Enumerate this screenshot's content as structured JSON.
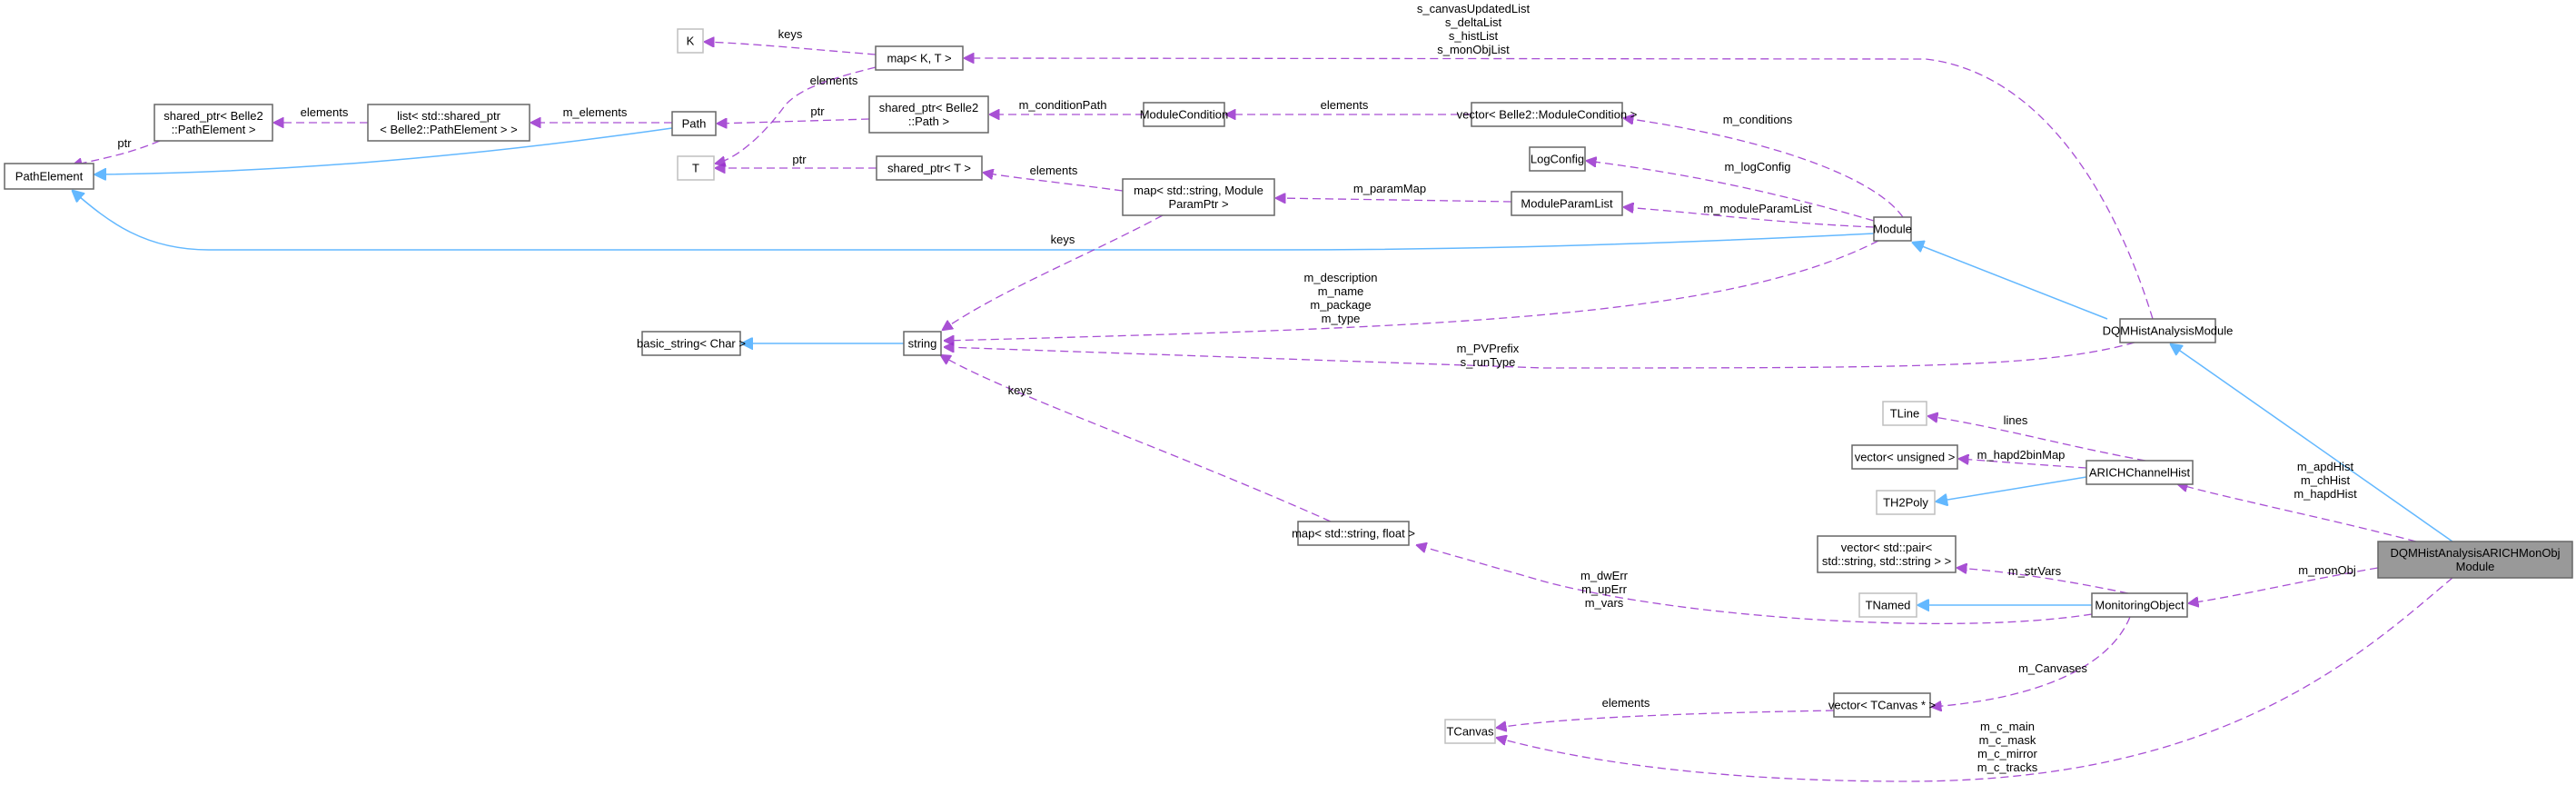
{
  "nodes": {
    "path_element": {
      "lines": [
        "PathElement"
      ]
    },
    "shared_ptr_path_element": {
      "lines": [
        "shared_ptr< Belle2",
        "::PathElement >"
      ]
    },
    "list_shared_ptr": {
      "lines": [
        "list< std::shared_ptr",
        "< Belle2::PathElement > >"
      ]
    },
    "path": {
      "lines": [
        "Path"
      ]
    },
    "k": {
      "lines": [
        "K"
      ]
    },
    "t": {
      "lines": [
        "T"
      ]
    },
    "map_k_t": {
      "lines": [
        "map< K, T >"
      ]
    },
    "shared_ptr_path": {
      "lines": [
        "shared_ptr< Belle2",
        "::Path >"
      ]
    },
    "shared_ptr_t": {
      "lines": [
        "shared_ptr< T >"
      ]
    },
    "module_condition": {
      "lines": [
        "ModuleCondition"
      ]
    },
    "vector_module_condition": {
      "lines": [
        "vector< Belle2::ModuleCondition >"
      ]
    },
    "log_config": {
      "lines": [
        "LogConfig"
      ]
    },
    "map_string_module_param": {
      "lines": [
        "map< std::string, Module",
        "ParamPtr >"
      ]
    },
    "module_param_list": {
      "lines": [
        "ModuleParamList"
      ]
    },
    "module": {
      "lines": [
        "Module"
      ]
    },
    "basic_string": {
      "lines": [
        "basic_string< Char >"
      ]
    },
    "string": {
      "lines": [
        "string"
      ]
    },
    "dqm_hist_analysis_module": {
      "lines": [
        "DQMHistAnalysisModule"
      ]
    },
    "tline": {
      "lines": [
        "TLine"
      ]
    },
    "vector_unsigned": {
      "lines": [
        "vector< unsigned >"
      ]
    },
    "th2poly": {
      "lines": [
        "TH2Poly"
      ]
    },
    "arich_channel_hist": {
      "lines": [
        "ARICHChannelHist"
      ]
    },
    "map_string_float": {
      "lines": [
        "map< std::string, float >"
      ]
    },
    "vector_pair_string": {
      "lines": [
        "vector< std::pair<",
        " std::string, std::string > >"
      ]
    },
    "tnamed": {
      "lines": [
        "TNamed"
      ]
    },
    "monitoring_object": {
      "lines": [
        "MonitoringObject"
      ]
    },
    "vector_tcanvas": {
      "lines": [
        "vector< TCanvas * >"
      ]
    },
    "tcanvas": {
      "lines": [
        "TCanvas"
      ]
    },
    "focus_module": {
      "lines": [
        "DQMHistAnalysisARICHMonObj",
        "Module"
      ]
    }
  },
  "edge_labels": {
    "ptr_path_element": [
      "ptr"
    ],
    "elements_list": [
      "elements"
    ],
    "m_elements": [
      "m_elements"
    ],
    "keys_map_kt": [
      "keys"
    ],
    "elements_map_kt": [
      "elements"
    ],
    "ptr_path": [
      "ptr"
    ],
    "ptr_t": [
      "ptr"
    ],
    "m_condition_path": [
      "m_conditionPath"
    ],
    "elements_vec_cond": [
      "elements"
    ],
    "elements_shared_t": [
      "elements"
    ],
    "m_param_map": [
      "m_paramMap"
    ],
    "keys_param_map": [
      "keys"
    ],
    "static_lists": [
      "s_canvasUpdatedList",
      "s_deltaList",
      "s_histList",
      "s_monObjList"
    ],
    "m_conditions": [
      "m_conditions"
    ],
    "m_log_config": [
      "m_logConfig"
    ],
    "m_module_param_list": [
      "m_moduleParamList"
    ],
    "module_strings": [
      "m_description",
      "m_name",
      "m_package",
      "m_type"
    ],
    "dqm_strings": [
      "m_PVPrefix",
      "s_runType"
    ],
    "keys_map_float": [
      "keys"
    ],
    "lines": [
      "lines"
    ],
    "m_hapd2bin_map": [
      "m_hapd2binMap"
    ],
    "arich_hists": [
      "m_apdHist",
      "m_chHist",
      "m_hapdHist"
    ],
    "m_str_vars": [
      "m_strVars"
    ],
    "mon_vars": [
      "m_dwErr",
      "m_upErr",
      "m_vars"
    ],
    "m_mon_obj": [
      "m_monObj"
    ],
    "m_canvases": [
      "m_Canvases"
    ],
    "elements_tcanvas": [
      "elements"
    ],
    "canvases": [
      "m_c_main",
      "m_c_mask",
      "m_c_mirror",
      "m_c_tracks"
    ]
  },
  "colors": {
    "inheritance": "#63b8ff",
    "usage": "#9a32cd",
    "node_border": "#666666",
    "external_border": "#bfbfbf",
    "focus_fill": "#999999"
  }
}
